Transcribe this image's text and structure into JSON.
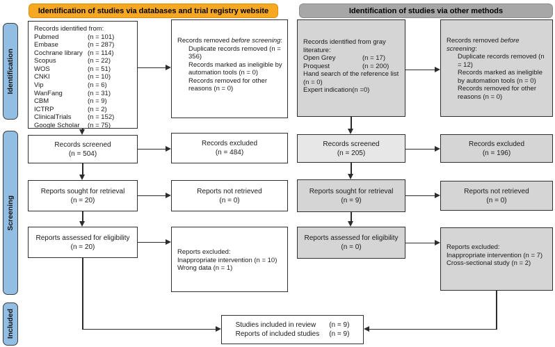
{
  "headers": {
    "databases": "Identification of studies via databases and trial registry website",
    "other": "Identification of studies via other methods"
  },
  "sidebar": {
    "identification": "Identification",
    "screening": "Screening",
    "included": "Included"
  },
  "colors": {
    "header_orange": "#F7A823",
    "header_gray": "#A7A7A7",
    "sidebar_blue": "#92BEE3",
    "box_gray": "#D5D5D5",
    "box_gray_light": "#E7E7E7",
    "line": "#2B2B2B"
  },
  "db_branch": {
    "identified": {
      "title": "Records identified from:",
      "sources": [
        {
          "name": "Pubmed",
          "count": "(n = 101)"
        },
        {
          "name": "Embase",
          "count": "(n = 287)"
        },
        {
          "name": "Cochrane library",
          "count": "(n = 114)"
        },
        {
          "name": "Scopus",
          "count": "(n = 22)"
        },
        {
          "name": "WOS",
          "count": "(n = 51)"
        },
        {
          "name": "CNKI",
          "count": "(n = 10)"
        },
        {
          "name": "Vip",
          "count": "(n = 6)"
        },
        {
          "name": "WanFang",
          "count": "(n = 31)"
        },
        {
          "name": "CBM",
          "count": "(n = 9)"
        },
        {
          "name": "ICTRP",
          "count": "(n = 2)"
        },
        {
          "name": "ClinicalTrials",
          "count": "(n = 152)"
        },
        {
          "name": "Google Scholar",
          "count": "(n = 75)"
        }
      ]
    },
    "removed": {
      "lead": "Records removed ",
      "lead_italic": "before screening",
      "lead_suffix": ":",
      "items": [
        "Duplicate records removed  (n = 356)",
        "Records marked as ineligible by automation tools (n = 0)",
        "Records removed for other reasons (n = 0)"
      ]
    },
    "screened": {
      "line1": "Records screened",
      "line2": "(n = 504)"
    },
    "excluded": {
      "line1": "Records excluded",
      "line2": "(n = 484)"
    },
    "sought": {
      "line1": "Reports sought for retrieval",
      "line2": "(n = 20)"
    },
    "not_retrieved": {
      "line1": "Reports not retrieved",
      "line2": "(n = 0)"
    },
    "assessed": {
      "line1": "Reports assessed for eligibility",
      "line2": "(n = 20)"
    },
    "reports_excluded": {
      "title": "Reports excluded:",
      "items": [
        "Inappropriate intervention (n = 10)",
        "Wrong data (n = 1)"
      ]
    }
  },
  "other_branch": {
    "identified": {
      "title": "Records identified from gray literature:",
      "sources": [
        {
          "name": "Open Grey",
          "count": "(n = 17)"
        },
        {
          "name": "Proquest",
          "count": "(n = 200)"
        }
      ],
      "extra": [
        "Hand search of the reference list (n = 0)",
        "Expert indication(n =0)"
      ]
    },
    "removed": {
      "lead": "Records removed ",
      "lead_italic": "before screening",
      "lead_suffix": ":",
      "items": [
        "Duplicate records removed  (n = 12)",
        "Records marked as ineligible by automation tools (n = 0)",
        "Records removed for other reasons (n = 0)"
      ]
    },
    "screened": {
      "line1": "Records screened",
      "line2": "(n = 205)"
    },
    "excluded": {
      "line1": "Records excluded",
      "line2": "(n = 196)"
    },
    "sought": {
      "line1": "Reports sought for retrieval",
      "line2": "(n = 9)"
    },
    "not_retrieved": {
      "line1": "Reports not retrieved",
      "line2": "(n = 0)"
    },
    "assessed": {
      "line1": "Reports assessed for eligibility",
      "line2": "(n = 0)"
    },
    "reports_excluded": {
      "title": "Reports excluded:",
      "items": [
        "Inappropriate intervention (n = 7)",
        "Cross-sectional study (n = 2)"
      ]
    }
  },
  "included": {
    "rows": [
      {
        "label": "Studies included in review",
        "count": "(n = 9)"
      },
      {
        "label": "Reports of included studies",
        "count": "(n = 9)"
      }
    ]
  }
}
